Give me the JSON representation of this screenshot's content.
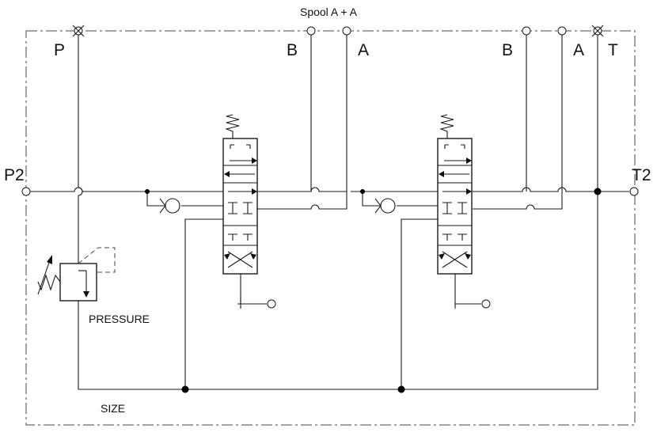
{
  "title": "Spool A + A",
  "ports": {
    "p": "P",
    "b1": "B",
    "a1": "A",
    "b2": "B",
    "a2": "A",
    "t": "T",
    "p2": "P2",
    "t2": "T2"
  },
  "labels": {
    "pressure": "PRESSURE",
    "size": "SIZE"
  }
}
